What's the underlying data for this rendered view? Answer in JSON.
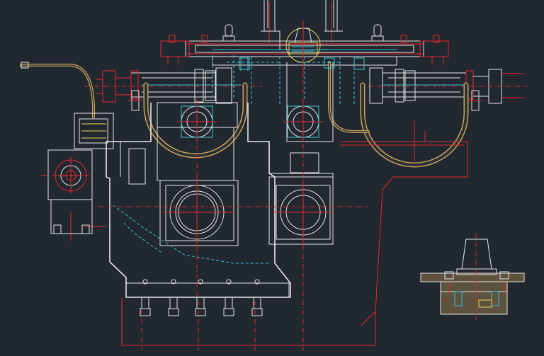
{
  "canvas": {
    "background": "#212830"
  },
  "layers": [
    {
      "name": "outline",
      "color": "#e6e6e6"
    },
    {
      "name": "centerline",
      "color": "#e8262b"
    },
    {
      "name": "hidden",
      "color": "#35c6d8"
    },
    {
      "name": "highlight",
      "color": "#e8d65a"
    },
    {
      "name": "hose",
      "color": "#c8a25a"
    }
  ],
  "drawing": {
    "type": "mechanical-assembly",
    "view": "front-elevation"
  }
}
